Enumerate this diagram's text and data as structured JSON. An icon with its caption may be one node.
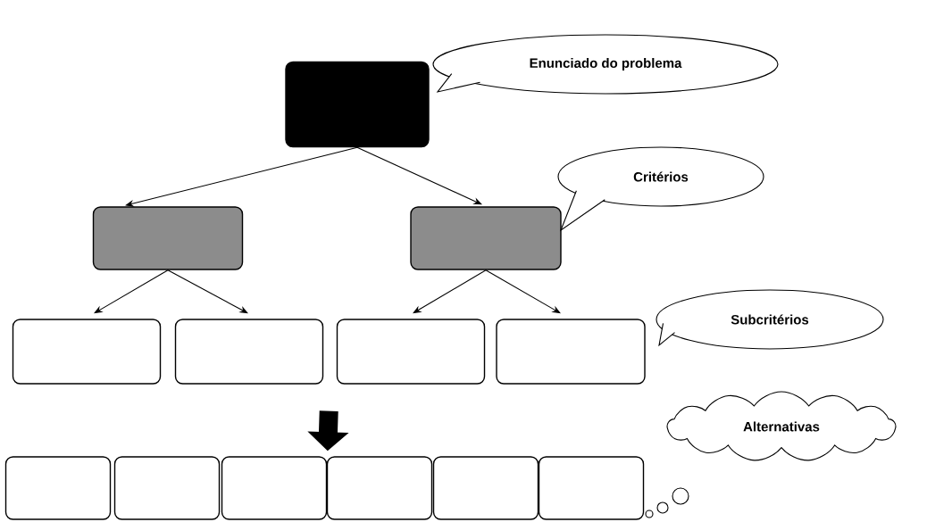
{
  "diagram": {
    "nodes": [
      {
        "text": [],
        "shape": "box"
      },
      {
        "text": [
          "Enunciado do problema"
        ]
      },
      {
        "text": [],
        "shape": "box"
      },
      {
        "text": [],
        "shape": "box"
      },
      {
        "text": [
          "Critérios"
        ]
      },
      {
        "text": [],
        "shape": "box"
      },
      {
        "text": [],
        "shape": "box"
      },
      {
        "text": [],
        "shape": "box"
      },
      {
        "text": [],
        "shape": "box"
      },
      {
        "text": [
          "Subcritérios"
        ]
      },
      {
        "text": [],
        "shape": "box"
      },
      {
        "text": [],
        "shape": "box"
      },
      {
        "text": [],
        "shape": "box"
      },
      {
        "text": [],
        "shape": "box"
      },
      {
        "text": [],
        "shape": "box"
      },
      {
        "text": [],
        "shape": "box"
      },
      {
        "text": [
          "Alternativas"
        ]
      }
    ],
    "edges": [
      {
        "from": 0,
        "to": 2,
        "arrow": "to"
      },
      {
        "from": 0,
        "to": 3,
        "arrow": "to"
      },
      {
        "from": 2,
        "to": 5,
        "arrow": "to"
      },
      {
        "from": 2,
        "to": 6,
        "arrow": "to"
      },
      {
        "from": 3,
        "to": 7,
        "arrow": "to"
      },
      {
        "from": 3,
        "to": 8,
        "arrow": "to"
      },
      {
        "from": 6,
        "to": 13,
        "arrow": "to",
        "style": "thick"
      }
    ]
  }
}
